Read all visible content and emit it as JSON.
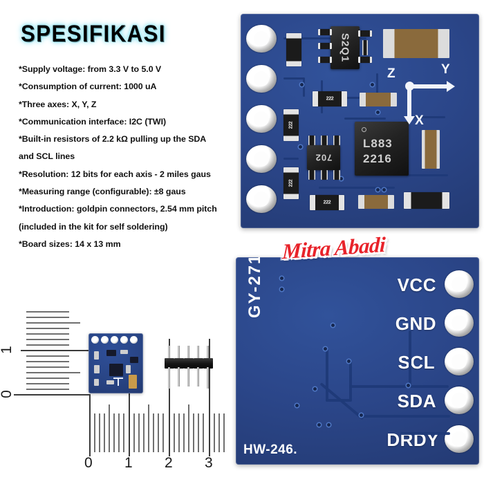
{
  "page": {
    "background_color": "#ffffff",
    "pcb_color": "#2b4689",
    "accent_glow_color": "#8fe3f2",
    "watermark_color": "#e8232a"
  },
  "spec": {
    "title": "SPESIFIKASI",
    "lines": [
      "*Supply voltage: from 3.3 V to 5.0 V",
      "*Consumption of current: 1000 uA",
      "*Three axes: X, Y, Z",
      "*Communication interface: I2C (TWI)",
      "*Built-in resistors of 2.2 kΩ pulling up the SDA",
      "and SCL lines",
      "*Resolution: 12 bits for each axis - 2 miles gaus",
      "*Measuring range (configurable): ±8 gaus",
      "*Introduction: goldpin connectors, 2.54 mm pitch",
      "(included in the kit for self soldering)",
      "*Board sizes: 14 x 13 mm"
    ]
  },
  "watermark": {
    "text": "Mitra Abadi"
  },
  "pcb_top": {
    "view": "front side",
    "axis_indicator": {
      "z_label": "Z",
      "y_label": "Y",
      "x_label": "X"
    },
    "main_ic": {
      "line1": "L883",
      "line2": "2216"
    },
    "regulator": "S2Q1",
    "small_ic": "702",
    "resistor_codes": [
      "222",
      "222",
      "222",
      "222",
      "222"
    ],
    "pad_count": 5
  },
  "pcb_bottom": {
    "view": "back side",
    "board_name": "GY-271",
    "board_revision": "HW-246.",
    "pins": [
      {
        "label": "VCC"
      },
      {
        "label": "GND"
      },
      {
        "label": "SCL"
      },
      {
        "label": "SDA"
      },
      {
        "label": "DRDY"
      }
    ]
  },
  "scale_diagram": {
    "vertical_ticks": [
      "1",
      "0"
    ],
    "horizontal_ticks": [
      "0",
      "1",
      "2",
      "3"
    ],
    "header_pin_count": 5
  }
}
